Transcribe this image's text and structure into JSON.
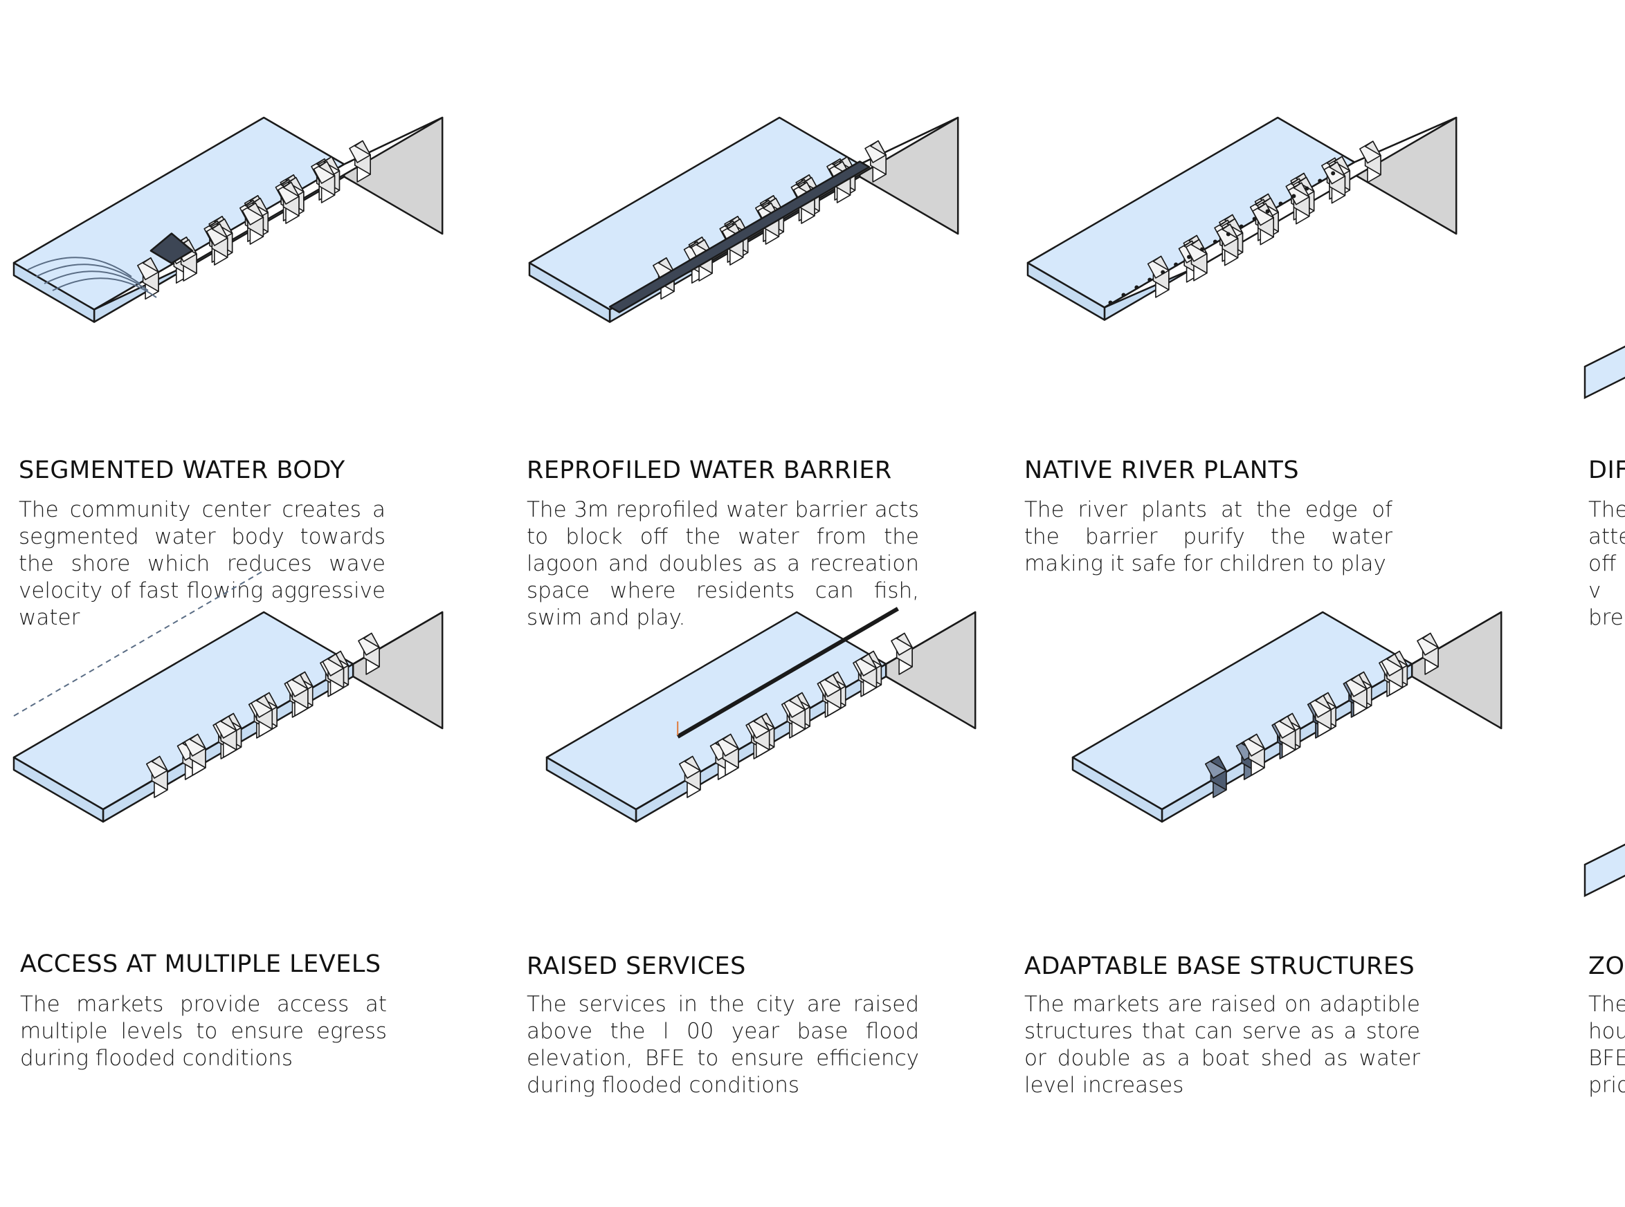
{
  "colors": {
    "water": "#d6e8fb",
    "water_side": "#c6dcf2",
    "ground_top": "#ffffff",
    "ground_side": "#d4d4d4",
    "outline": "#1a1a1a",
    "dark_element": "#3d4655",
    "orange": "#e07b3c"
  },
  "panels": [
    {
      "key": "segmented",
      "title": "SEGMENTED WATER BODY",
      "body": "The community center creates a segmented water body towards the shore which reduces wave velocity of fast flowing aggressive water",
      "icon": "segmented-water-body-diagram"
    },
    {
      "key": "barrier",
      "title": "REPROFILED WATER BARRIER",
      "body": "The 3m reprofiled water barrier acts to block off the water from the lagoon and doubles as a recreation space where residents can fish, swim and play.",
      "icon": "water-barrier-diagram"
    },
    {
      "key": "plants",
      "title": "NATIVE RIVER PLANTS",
      "body": "The river plants at the edge of the barrier purify the water making it safe for children to play",
      "icon": "river-plants-diagram"
    },
    {
      "key": "diff",
      "title": "DIF",
      "body": "The atte off v brea",
      "icon": "partial-diagram"
    },
    {
      "key": "access",
      "title": "ACCESS AT MULTIPLE LEVELS",
      "body": "The markets provide access at multiple levels to ensure egress during flooded conditions",
      "icon": "multiple-levels-diagram"
    },
    {
      "key": "raised",
      "title": "RAISED SERVICES",
      "body": "The services in the city are raised above the l 00 year base flood elevation, BFE to ensure efficiency during flooded conditions",
      "icon": "raised-services-diagram"
    },
    {
      "key": "adaptable",
      "title": "ADAPTABLE BASE STRUCTURES",
      "body": "The markets are raised on adaptible structures that can serve as a store or double as a boat shed as water level increases",
      "icon": "adaptable-structures-diagram"
    },
    {
      "key": "zo",
      "title": "ZO",
      "body": "The hou BFE prio",
      "icon": "partial-diagram"
    }
  ]
}
